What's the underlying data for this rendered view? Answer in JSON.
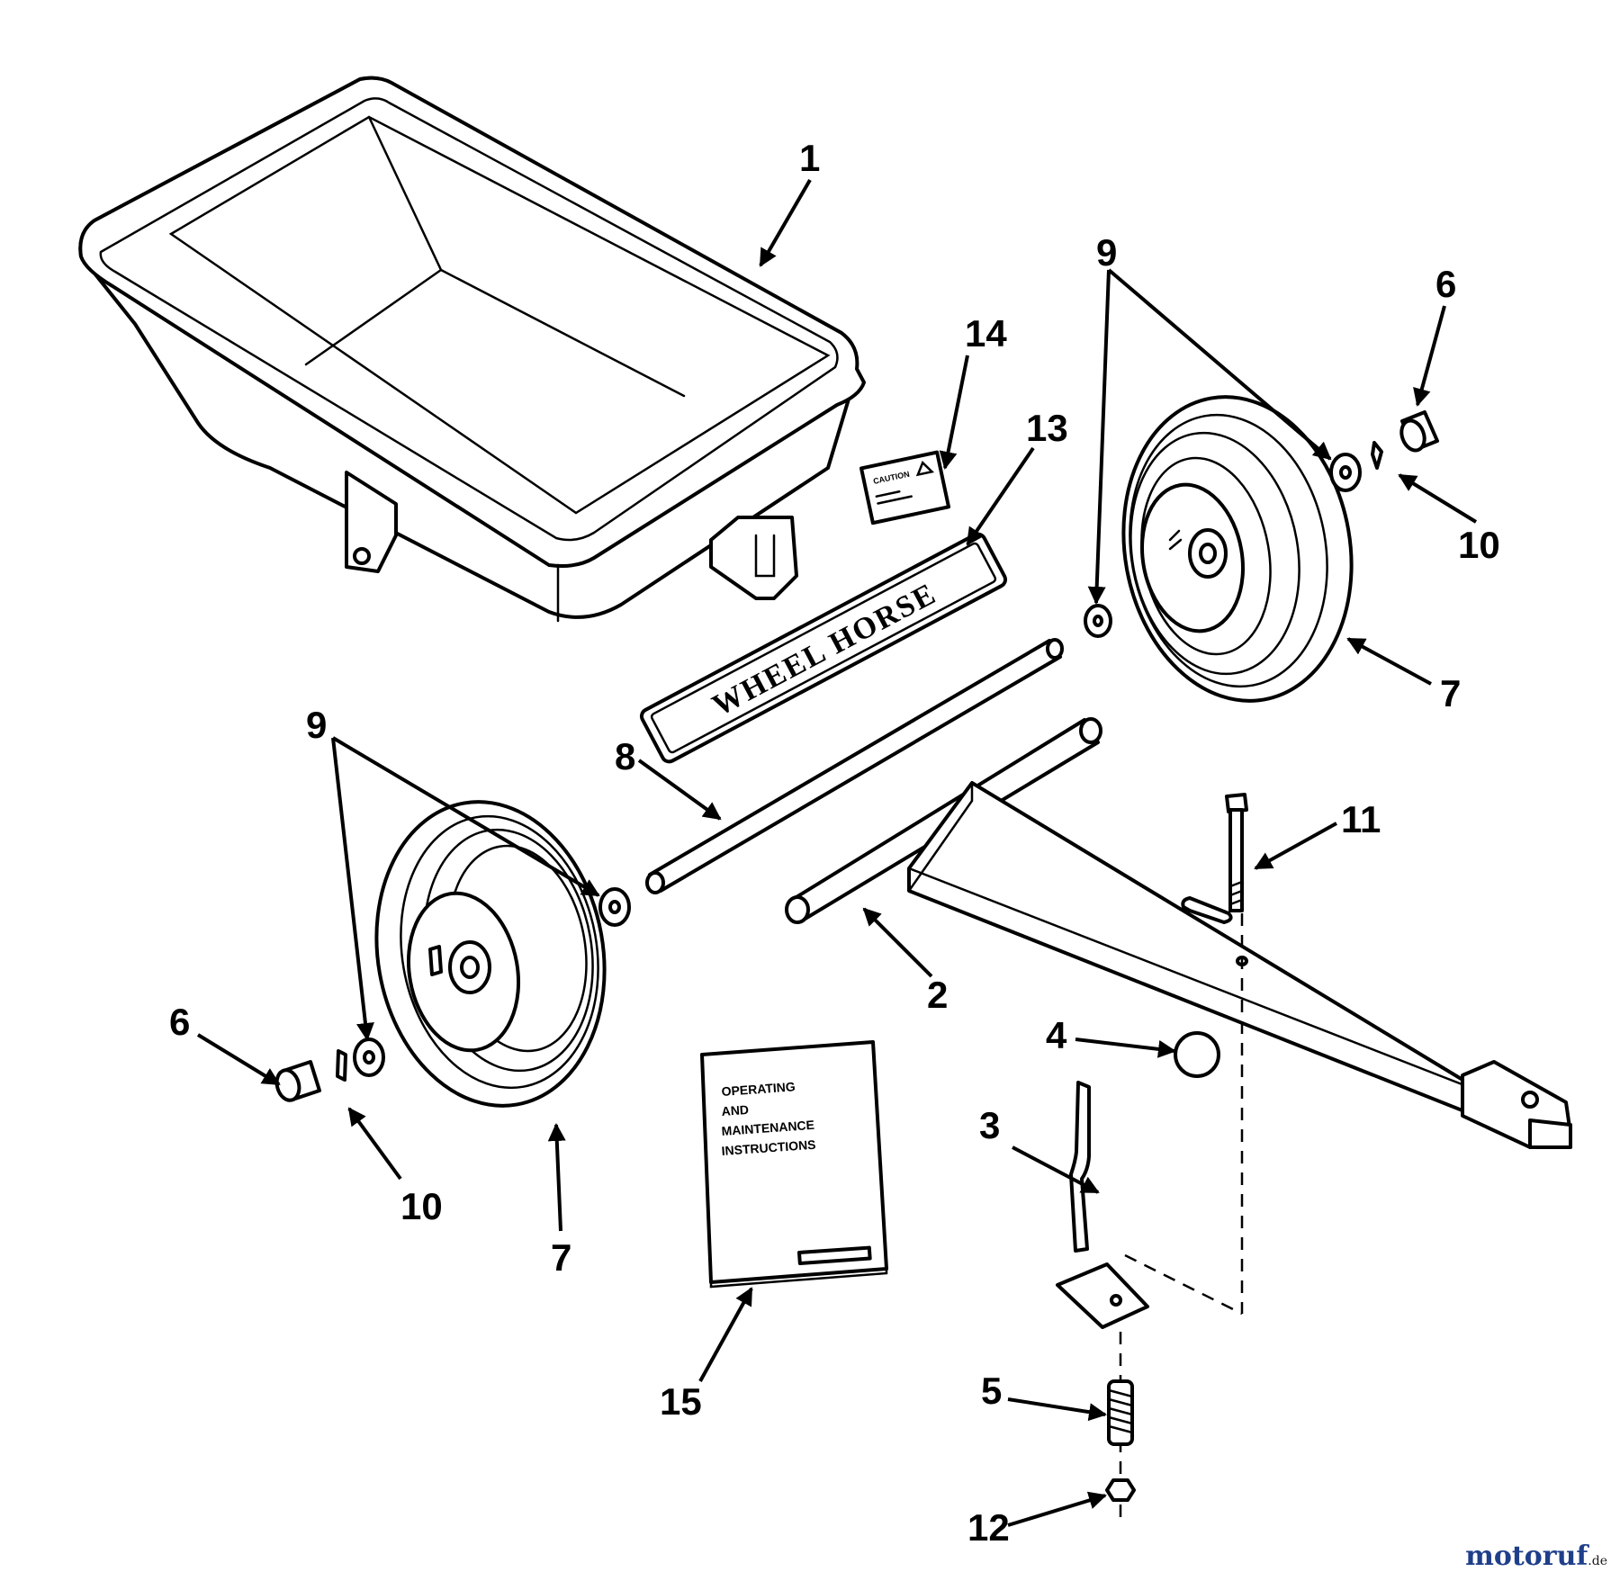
{
  "callouts": {
    "c1": "1",
    "c2": "2",
    "c3": "3",
    "c4": "4",
    "c5": "5",
    "c6a": "6",
    "c6b": "6",
    "c7a": "7",
    "c7b": "7",
    "c8": "8",
    "c9a": "9",
    "c9b": "9",
    "c10a": "10",
    "c10b": "10",
    "c11": "11",
    "c12": "12",
    "c13": "13",
    "c14": "14",
    "c15": "15"
  },
  "decal": {
    "text": "WHEEL HORSE"
  },
  "caution_label": {
    "text": "CAUTION"
  },
  "manual": {
    "line1": "OPERATING",
    "line2": "AND",
    "line3": "MAINTENANCE",
    "line4": "INSTRUCTIONS"
  },
  "watermark": {
    "brand": "motoruf",
    "suffix": ".de",
    "brand_color": "#1f3f8a"
  }
}
